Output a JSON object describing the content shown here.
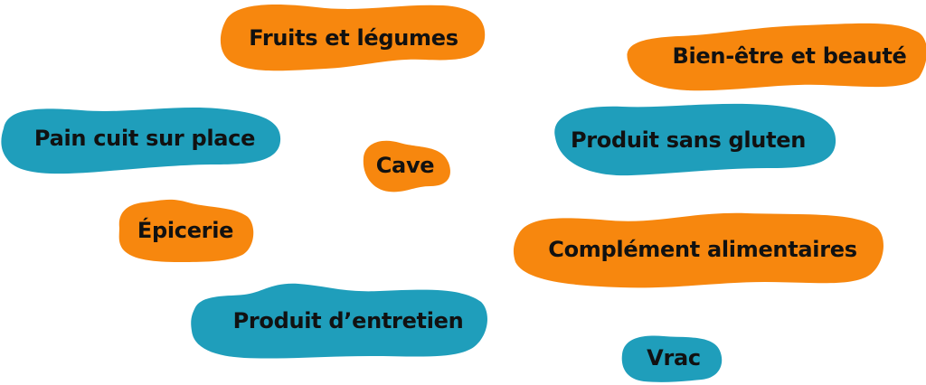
{
  "categories": {
    "fruits": "Fruits et légumes",
    "bien_etre": "Bien-être et beauté",
    "pain": "Pain cuit sur place",
    "cave": "Cave",
    "sans_gluten": "Produit sans gluten",
    "epicerie": "Épicerie",
    "complement": "Complément alimentaires",
    "entretien": "Produit d’entretien",
    "vrac": "Vrac"
  },
  "colors": {
    "orange": "#f7870e",
    "teal": "#1f9ebb",
    "text": "#111111",
    "background": "#ffffff"
  }
}
